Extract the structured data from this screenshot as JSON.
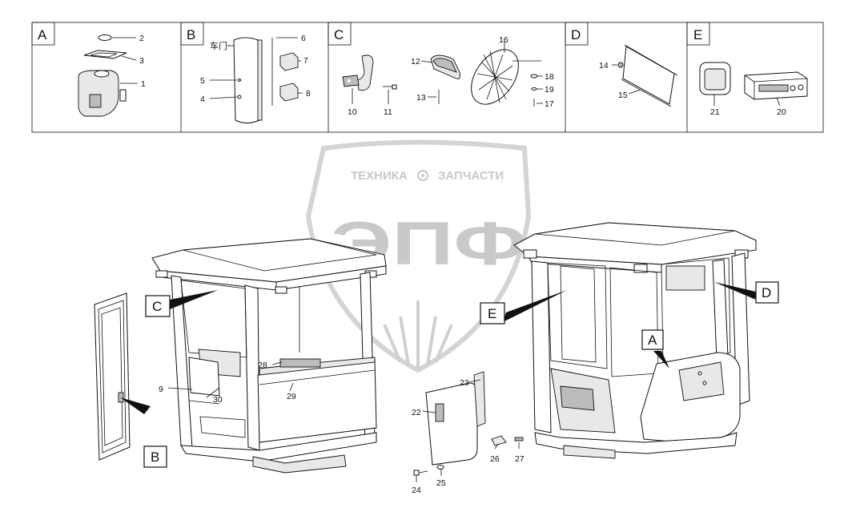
{
  "watermark": {
    "top_left": "ТЕХНИКА",
    "top_right": "ЗАПЧАСТИ",
    "logo": "ЭПФ",
    "gear_icon": "gear-icon",
    "color": "#c9c9c9"
  },
  "panels": [
    {
      "id": "A",
      "callouts": [
        "2",
        "3",
        "1"
      ]
    },
    {
      "id": "B",
      "door_text": "车门",
      "callouts": [
        "6",
        "7",
        "5",
        "4",
        "8"
      ]
    },
    {
      "id": "C",
      "callouts": [
        "16",
        "12",
        "18",
        "19",
        "17",
        "13",
        "10",
        "11"
      ]
    },
    {
      "id": "D",
      "callouts": [
        "14",
        "15"
      ]
    },
    {
      "id": "E",
      "callouts": [
        "21",
        "20"
      ]
    }
  ],
  "main_labels": {
    "C": "C",
    "B": "B",
    "E": "E",
    "D": "D",
    "A": "A"
  },
  "main_callouts": {
    "n9": "9",
    "n30": "30",
    "n28": "28",
    "n29": "29",
    "n23": "23",
    "n22": "22",
    "n26": "26",
    "n27": "27",
    "n24": "24",
    "n25": "25"
  }
}
